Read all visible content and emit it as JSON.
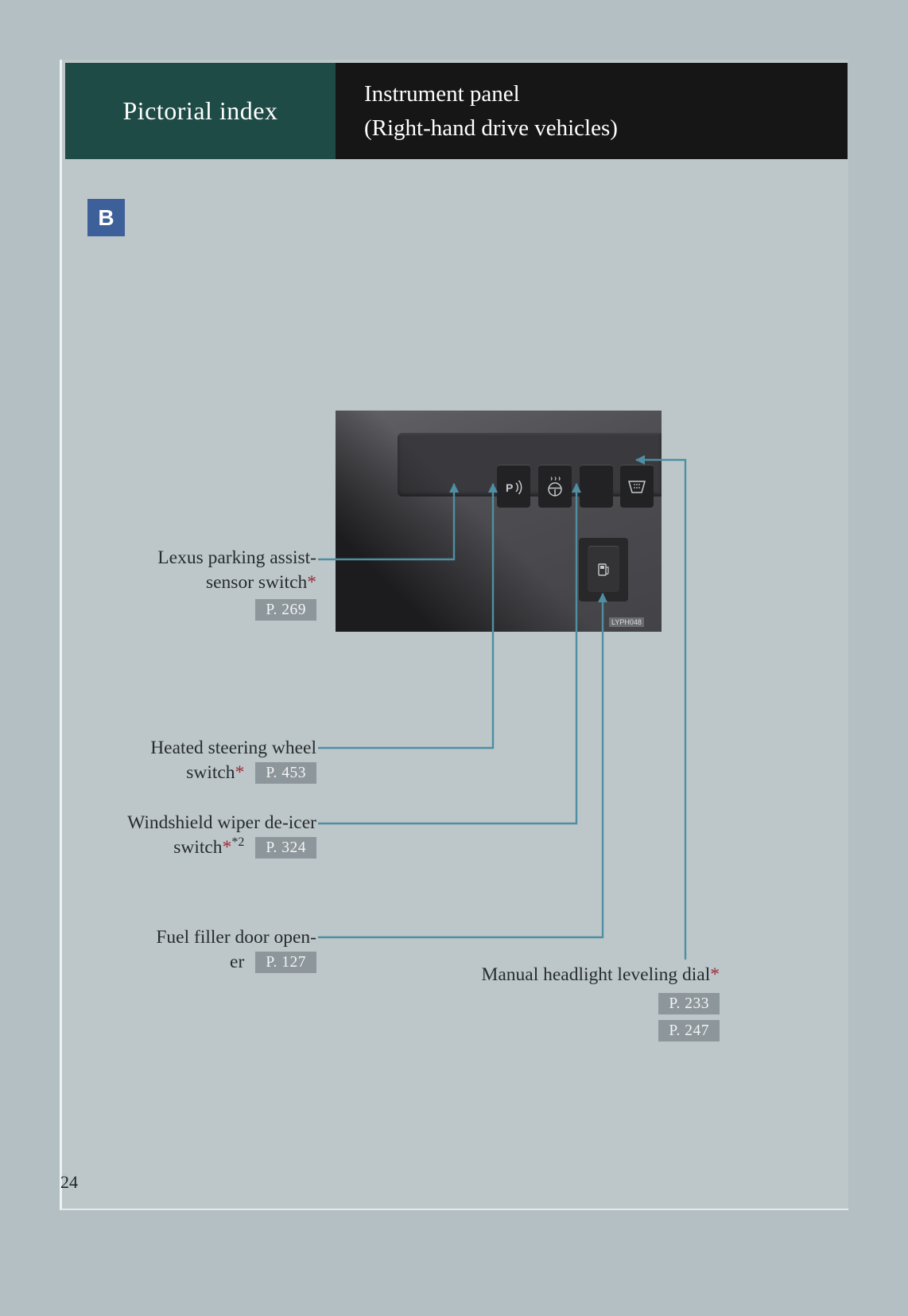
{
  "page_number": "24",
  "header": {
    "left_title": "Pictorial index",
    "right_line1": "Instrument panel",
    "right_line2": "(Right-hand drive vehicles)"
  },
  "section_badge": "B",
  "photo": {
    "code": "LYPH048",
    "icons": {
      "switch1": "parking-sensor-icon",
      "switch2": "heated-steering-wheel-icon",
      "switch4": "windshield-wiper-deicer-icon",
      "switch5": "headlight-leveling-icon",
      "lower_switch": "fuel-filler-icon"
    }
  },
  "callouts": {
    "parking": {
      "line1": "Lexus parking assist-",
      "line2": "sensor switch",
      "star": "*",
      "ref": "P. 269"
    },
    "heated": {
      "line1": "Heated steering wheel",
      "line2": "switch",
      "star": "*",
      "ref": "P. 453"
    },
    "wiper": {
      "line1": "Windshield wiper de-icer",
      "line2": "switch",
      "star": "*",
      "sup": "*2",
      "ref": "P. 324"
    },
    "fuel": {
      "line1": "Fuel filler door open-",
      "line2": "er",
      "ref": "P. 127"
    },
    "headlight": {
      "line1": "Manual headlight leveling dial",
      "star": "*",
      "refs": [
        "P. 233",
        "P. 247"
      ]
    }
  },
  "colors": {
    "background": "#b4bfc3",
    "panel": "#bdc7ca",
    "header_teal": "#1e4b45",
    "header_black": "#161616",
    "section_badge_blue": "#3d5f9a",
    "callout_line": "#4e8fa3",
    "asterisk_red": "#9b2c35",
    "page_ref_badge": "#8d969b"
  }
}
